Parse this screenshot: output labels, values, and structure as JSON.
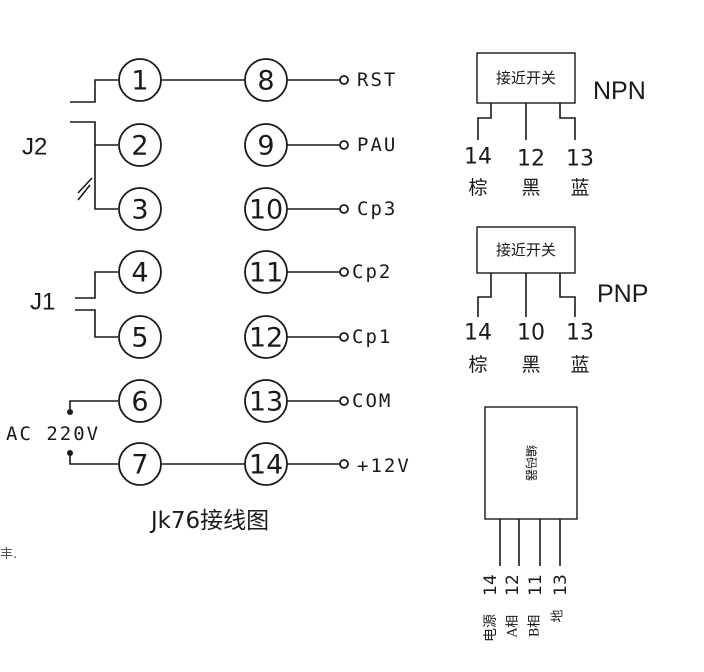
{
  "diagram": {
    "title": "Jk76接线图",
    "left_pins": [
      "1",
      "2",
      "3",
      "4",
      "5",
      "6",
      "7"
    ],
    "right_pins": [
      "8",
      "9",
      "10",
      "11",
      "12",
      "13",
      "14"
    ],
    "signals": [
      "RST",
      "PAU",
      "Cp3",
      "Cp2",
      "Cp1",
      "COM",
      "+12V"
    ],
    "j2_label": "J2",
    "j1_label": "J1",
    "ac_label": "AC 220V",
    "edge_fragment": "丰."
  },
  "npn": {
    "box_label": "接近开关",
    "type": "NPN",
    "wires": [
      {
        "num": "14",
        "color": "棕"
      },
      {
        "num": "12",
        "color": "黑"
      },
      {
        "num": "13",
        "color": "蓝"
      }
    ]
  },
  "pnp": {
    "box_label": "接近开关",
    "type": "PNP",
    "wires": [
      {
        "num": "14",
        "color": "棕"
      },
      {
        "num": "10",
        "color": "黑"
      },
      {
        "num": "13",
        "color": "蓝"
      }
    ]
  },
  "encoder": {
    "box_label": "编码器",
    "wires": [
      {
        "num": "14",
        "label": "电源"
      },
      {
        "num": "12",
        "label": "A相"
      },
      {
        "num": "11",
        "label": "B相"
      },
      {
        "num": "13",
        "label": "地"
      }
    ]
  }
}
